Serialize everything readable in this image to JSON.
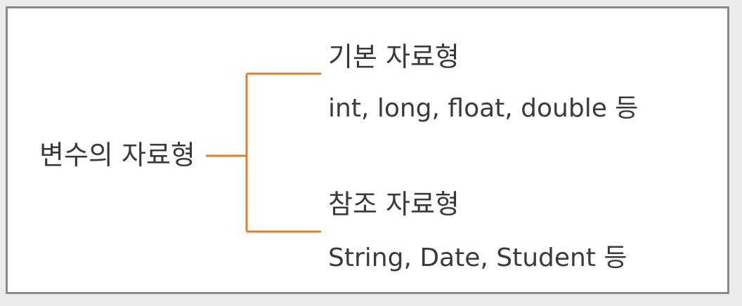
{
  "diagram": {
    "root": {
      "label": "변수의 자료형"
    },
    "branches": [
      {
        "title": "기본 자료형",
        "detail": "int, long, float, double 등"
      },
      {
        "title": "참조 자료형",
        "detail": "String, Date, Student 등"
      }
    ],
    "connector_color": "#d9822b",
    "text_color": "#3a3a3a"
  }
}
